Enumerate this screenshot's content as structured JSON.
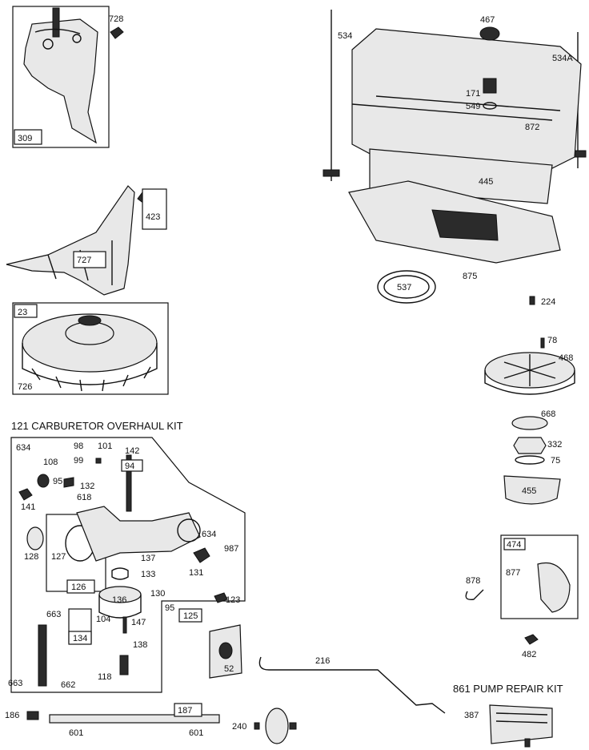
{
  "kits": {
    "carburetor_overhaul": "121 CARBURETOR OVERHAUL KIT",
    "pump_repair": "861 PUMP REPAIR KIT"
  },
  "labels": {
    "p728": "728",
    "p309": "309",
    "p423": "423",
    "p727": "727",
    "p23": "23",
    "p726": "726",
    "p534": "534",
    "p467": "467",
    "p534a": "534A",
    "p171": "171",
    "p549": "549",
    "p872": "872",
    "p445": "445",
    "p537": "537",
    "p875": "875",
    "p224": "224",
    "p78": "78",
    "p468": "468",
    "p668": "668",
    "p332": "332",
    "p75": "75",
    "p455": "455",
    "p474": "474",
    "p877": "877",
    "p878": "878",
    "p482": "482",
    "p634a": "634",
    "p108": "108",
    "p95a": "95",
    "p98": "98",
    "p99": "99",
    "p101": "101",
    "p142": "142",
    "p94": "94",
    "p132": "132",
    "p141": "141",
    "p618": "618",
    "p128": "128",
    "p127": "127",
    "p137": "137",
    "p634b": "634",
    "p987": "987",
    "p131": "131",
    "p126": "126",
    "p133": "133",
    "p136": "136",
    "p130": "130",
    "p95b": "95",
    "p123": "123",
    "p104": "104",
    "p147": "147",
    "p125": "125",
    "p663a": "663",
    "p134": "134",
    "p138": "138",
    "p52": "52",
    "p118": "118",
    "p663b": "663",
    "p662": "662",
    "p216": "216",
    "p186": "186",
    "p187": "187",
    "p601a": "601",
    "p601b": "601",
    "p240": "240",
    "p387": "387"
  }
}
